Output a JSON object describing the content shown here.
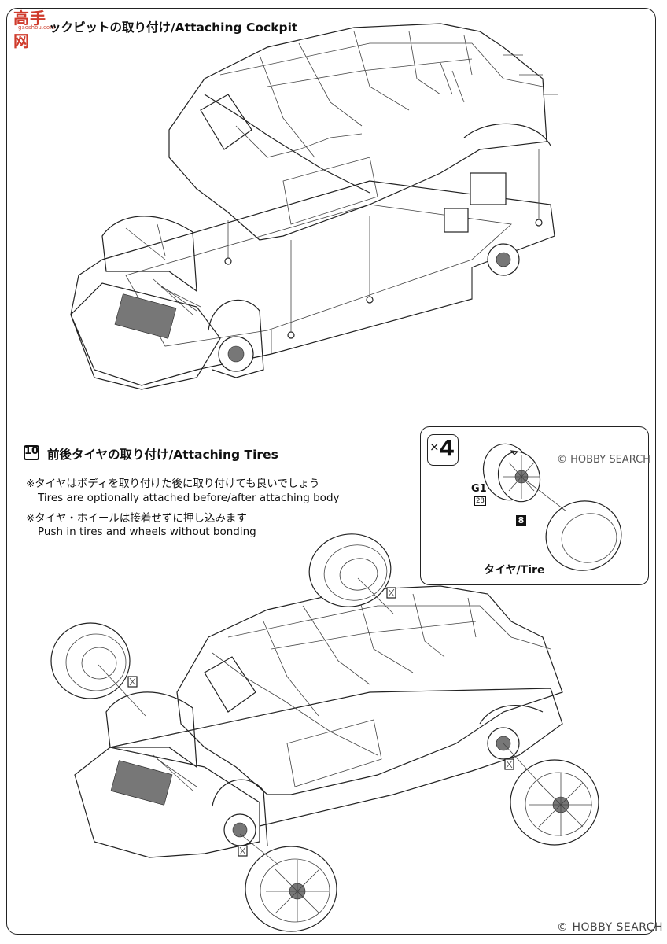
{
  "logo": {
    "text": "高手网",
    "sub": "gaoshou.com"
  },
  "step9": {
    "title": "ックピットの取り付け/Attaching Cockpit"
  },
  "step10": {
    "number": "10",
    "title": "前後タイヤの取り付け/Attaching Tires",
    "notes": [
      "※タイヤはボディを取り付けた後に取り付けても良いでしょう",
      "Tires are optionally attached before/after attaching body",
      "※タイヤ・ホイールは接着せずに押し込みます",
      "Push in tires and wheels without bonding"
    ]
  },
  "callout": {
    "quantity": "4",
    "times_symbol": "×",
    "wheel_part": "G1",
    "wheel_part_number": "28",
    "tire_part": "8",
    "tire_label": "タイヤ/Tire"
  },
  "watermarks": {
    "middle": "© HOBBY SEARCH",
    "bottom": "© HOBBY SEARCH"
  },
  "icons": {
    "no-glue": "no-glue-icon",
    "assembly-arrow": "arrow-icon"
  }
}
